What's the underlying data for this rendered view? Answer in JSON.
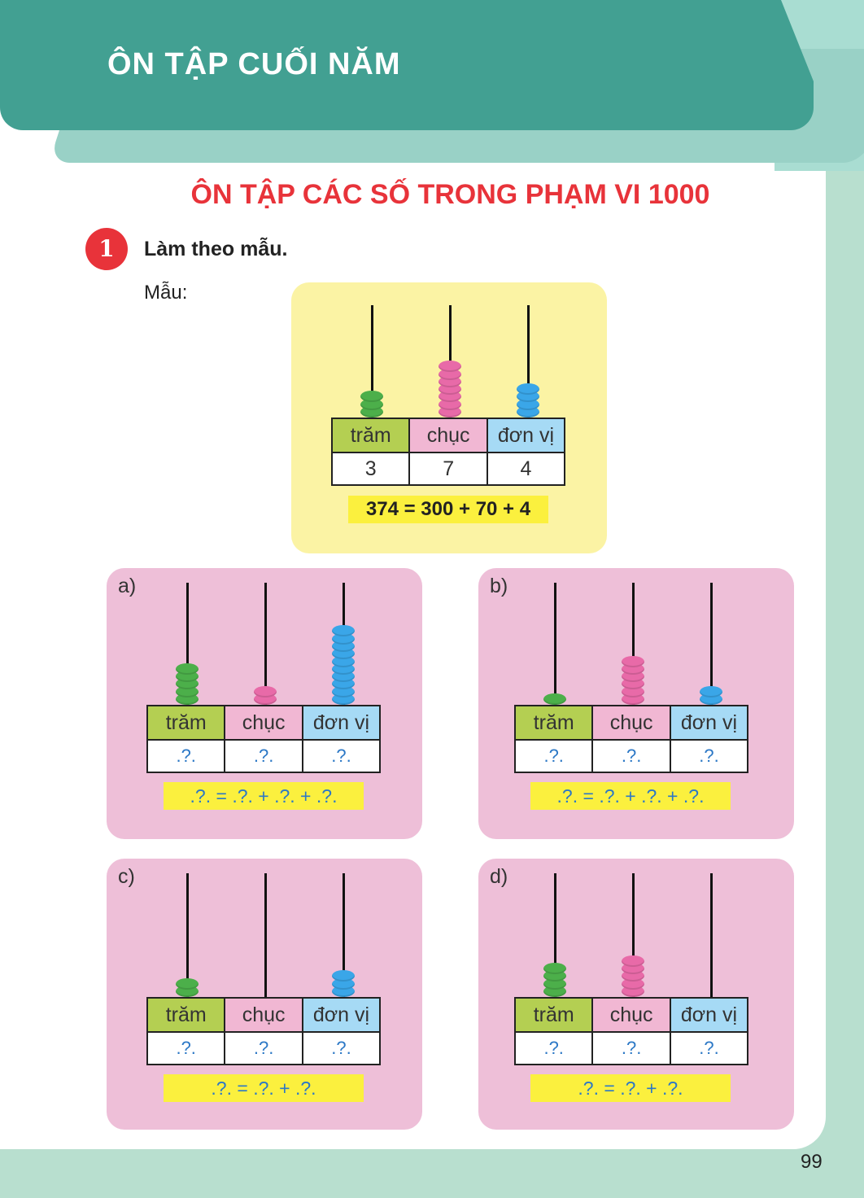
{
  "header": {
    "title": "ÔN TẬP CUỐI NĂM"
  },
  "section": {
    "title": "ÔN TẬP CÁC SỐ TRONG PHẠM VI 1000"
  },
  "exercise": {
    "number": "1",
    "instruction": "Làm theo mẫu.",
    "sample_label": "Mẫu:"
  },
  "table_headers": {
    "hundreds": "trăm",
    "tens": "chục",
    "ones": "đơn vị"
  },
  "sample": {
    "hundreds": "3",
    "tens": "7",
    "ones": "4",
    "equation": "374 = 300 + 70 + 4"
  },
  "placeholder": ".?.",
  "parts": [
    {
      "label": "a)",
      "beads": [
        5,
        2,
        10
      ],
      "equation": ".?. = .?. + .?. + .?."
    },
    {
      "label": "b)",
      "beads": [
        1,
        6,
        2
      ],
      "equation": ".?. = .?. + .?. + .?."
    },
    {
      "label": "c)",
      "beads": [
        2,
        0,
        3
      ],
      "equation": ".?. = .?. + .?."
    },
    {
      "label": "d)",
      "beads": [
        4,
        5,
        0
      ],
      "equation": ".?. = .?. + .?."
    }
  ],
  "sample_beads": [
    3,
    7,
    4
  ],
  "colors": {
    "hundreds": "#4caf4a",
    "tens": "#e86aa8",
    "ones": "#3aa6e8",
    "title_red": "#e8333a",
    "banner": "#42a092"
  },
  "page_number": "99"
}
